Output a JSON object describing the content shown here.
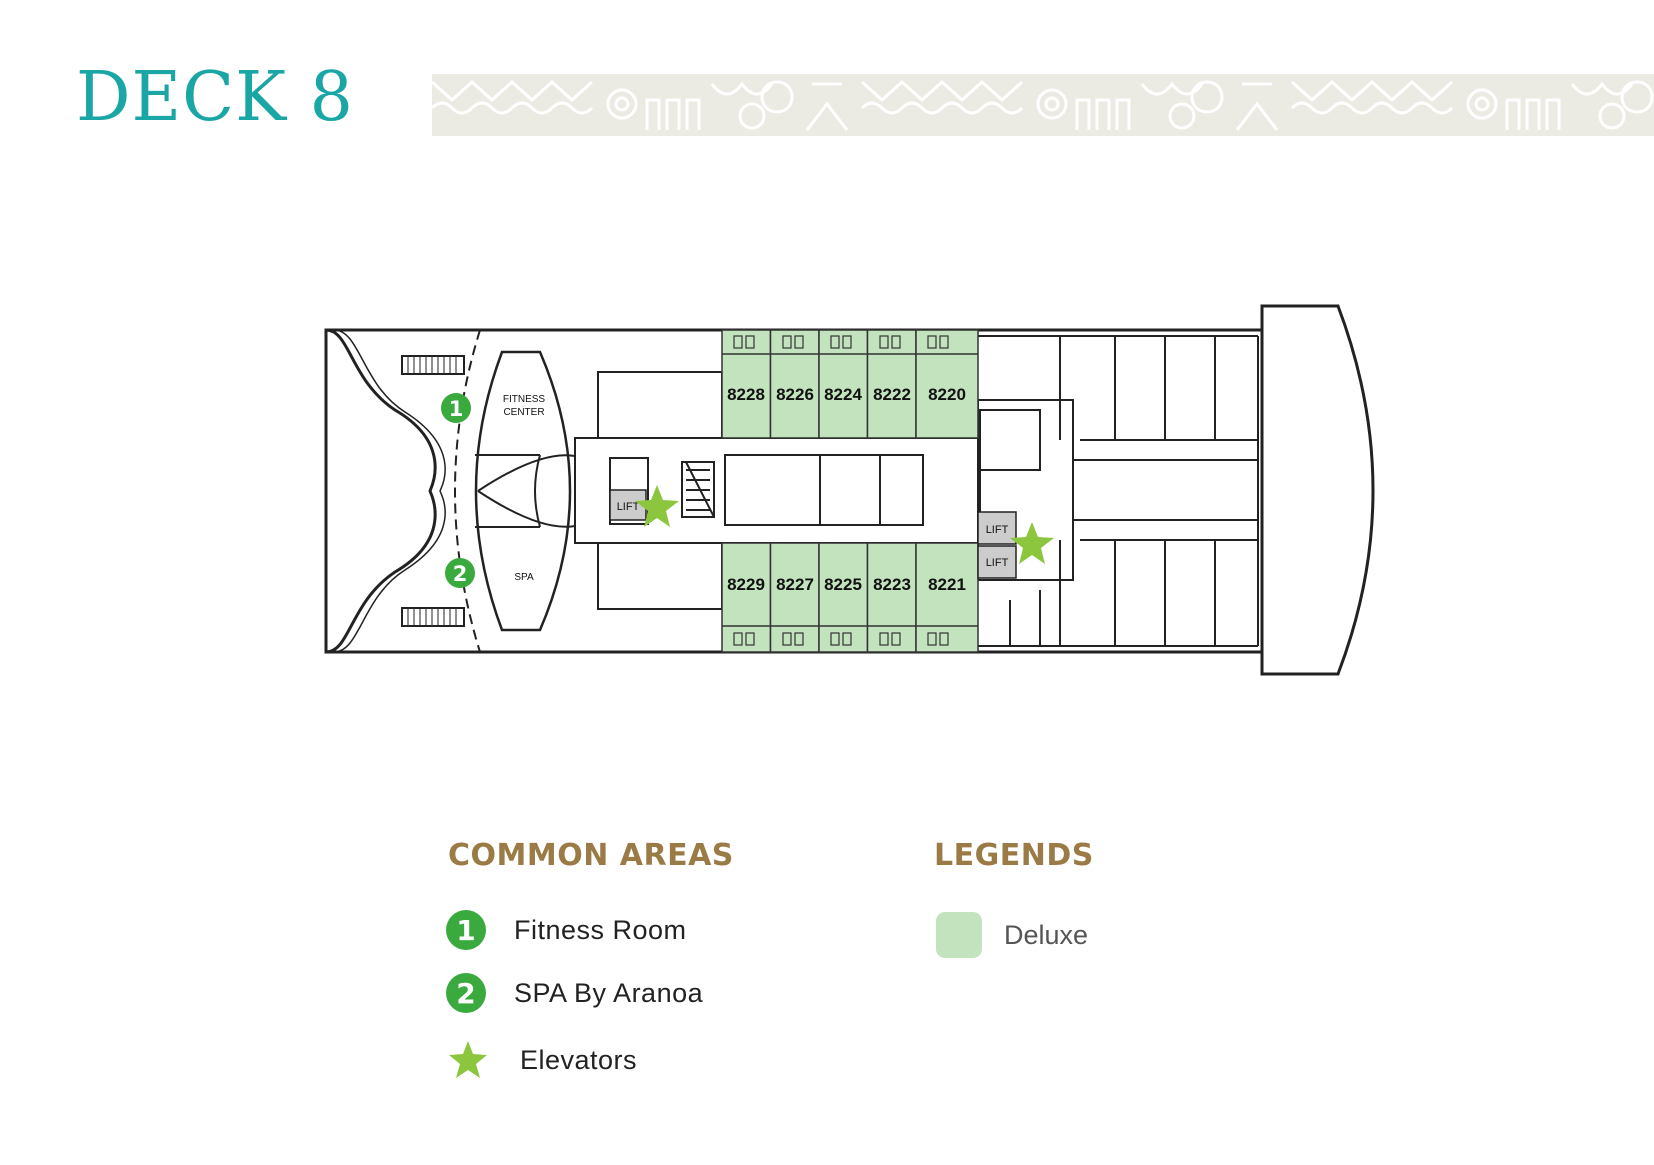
{
  "header": {
    "title": "DECK 8"
  },
  "colors": {
    "title": "#1ba6a6",
    "heading": "#9a7b45",
    "deluxe": "#c2e3be",
    "marker": "#3aaa3e",
    "star": "#8cc63f"
  },
  "plan": {
    "rooms_top": [
      "8228",
      "8226",
      "8224",
      "8222",
      "8220"
    ],
    "rooms_bottom": [
      "8229",
      "8227",
      "8225",
      "8223",
      "8221"
    ],
    "fitness_label_1": "FITNESS",
    "fitness_label_2": "CENTER",
    "spa_label": "SPA",
    "lift_label": "LIFT",
    "marker_1": "1",
    "marker_2": "2"
  },
  "common_areas": {
    "heading": "COMMON AREAS",
    "items": [
      {
        "marker": "1",
        "label": "Fitness Room"
      },
      {
        "marker": "2",
        "label": "SPA By Aranoa"
      },
      {
        "icon": "star-icon",
        "label": "Elevators"
      }
    ]
  },
  "legends": {
    "heading": "LEGENDS",
    "items": [
      {
        "color": "#c2e3be",
        "label": "Deluxe"
      }
    ]
  }
}
